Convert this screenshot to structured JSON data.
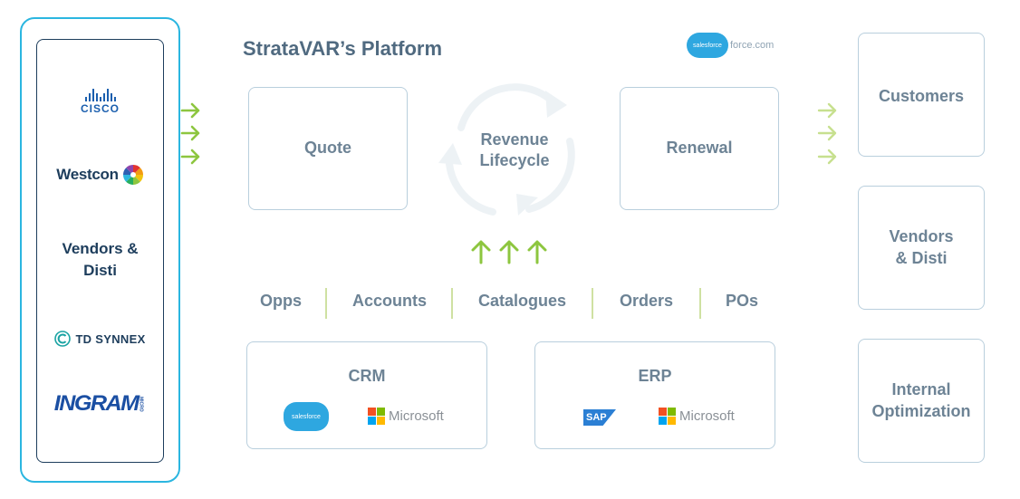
{
  "left_panel": {
    "logos": [
      {
        "name": "cisco",
        "text": "CISCO"
      },
      {
        "name": "westcon",
        "text": "Westcon"
      },
      {
        "name": "td-synnex",
        "text": "TD SYNNEX"
      },
      {
        "name": "ingram",
        "text": "INGRAM",
        "sub": "MICRO"
      }
    ],
    "vendors_label_line1": "Vendors &",
    "vendors_label_line2": "Disti"
  },
  "platform": {
    "title": "StrataVAR’s Platform",
    "salesforce_badge": {
      "cloud": "salesforce",
      "text": "force.com"
    },
    "quote": "Quote",
    "lifecycle_line1": "Revenue",
    "lifecycle_line2": "Lifecycle",
    "renewal": "Renewal",
    "data_items": [
      "Opps",
      "Accounts",
      "Catalogues",
      "Orders",
      "POs"
    ],
    "crm": {
      "title": "CRM",
      "logo1": "salesforce",
      "logo2": "Microsoft"
    },
    "erp": {
      "title": "ERP",
      "logo1": "SAP",
      "logo2": "Microsoft"
    }
  },
  "right_panel": {
    "customers": "Customers",
    "vendors_line1": "Vendors",
    "vendors_line2": "& Disti",
    "internal_line1": "Internal",
    "internal_line2": "Optimization"
  },
  "colors": {
    "accent_cyan": "#2bb6e0",
    "arrow_green": "#8dc63f",
    "navy": "#1d3d5c",
    "box_border": "#b9cfdd"
  }
}
